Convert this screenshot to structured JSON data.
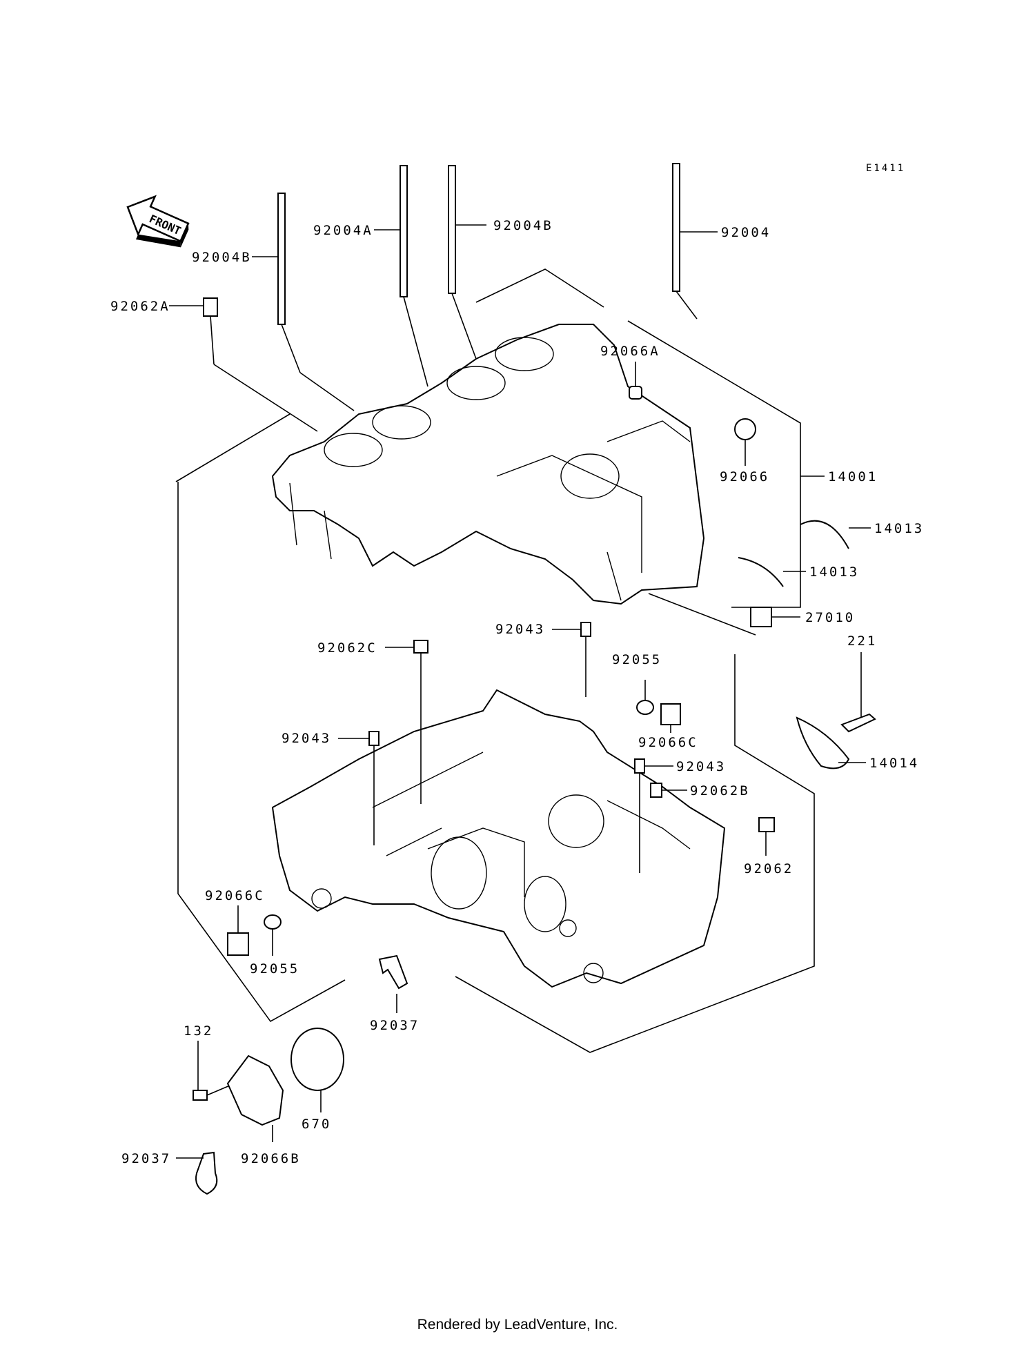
{
  "diagram_code": "E1411",
  "front_label": "FRONT",
  "labels": {
    "bolt_92004B_left": "92004B",
    "bolt_92004A": "92004A",
    "bolt_92004B_mid": "92004B",
    "bolt_92004": "92004",
    "dowel_92062A": "92062A",
    "plug_92066A": "92066A",
    "plug_92066": "92066",
    "crankcase_14001": "14001",
    "bearing_14013_a": "14013",
    "bearing_14013_b": "14013",
    "switch_27010": "27010",
    "bolt_221": "221",
    "plate_14014": "14014",
    "pin_92043_top": "92043",
    "plug_92062C": "92062C",
    "ring_92055_right": "92055",
    "pin_92043_left": "92043",
    "plug_92066C_right": "92066C",
    "pin_92043_right": "92043",
    "dowel_92062B": "92062B",
    "plug_92062": "92062",
    "plug_92066C_left": "92066C",
    "ring_92055_left": "92055",
    "clamp_92037_center": "92037",
    "bolt_132": "132",
    "oring_670": "670",
    "clamp_92037_bottom": "92037",
    "cap_92066B": "92066B"
  },
  "footer": "Rendered by LeadVenture, Inc."
}
